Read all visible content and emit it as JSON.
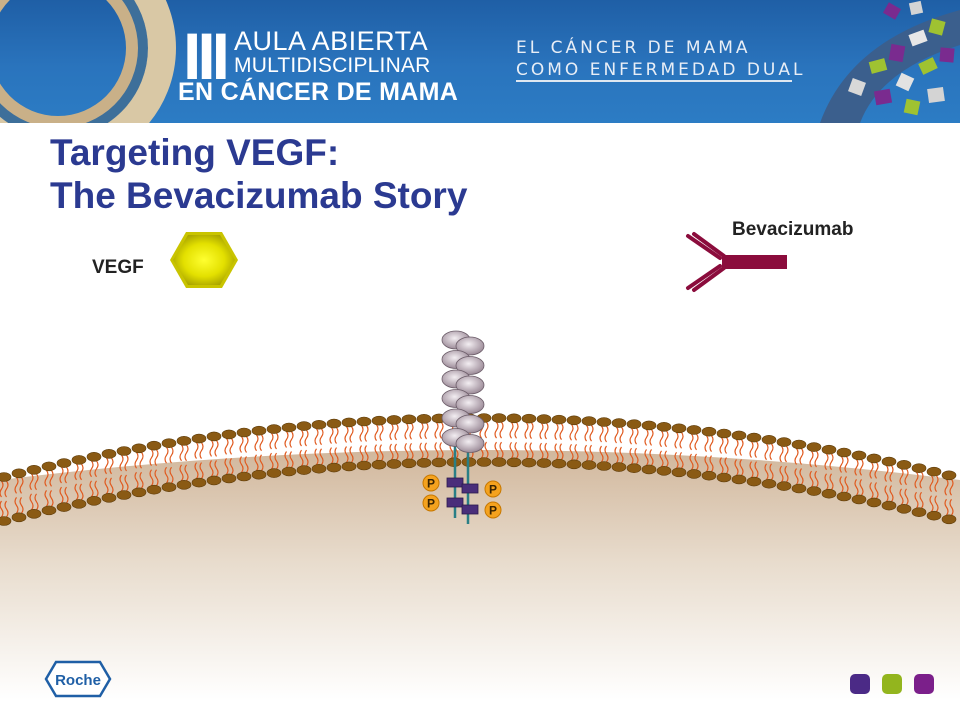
{
  "banner": {
    "logo_mark": "III",
    "logo_line1": "AULA ABIERTA",
    "logo_line2": "MULTIDISCIPLINAR",
    "logo_line3": "EN CÁNCER DE MAMA",
    "subtitle_line1": "EL CÁNCER DE MAMA",
    "subtitle_line2": "COMO ENFERMEDAD DUAL"
  },
  "slide": {
    "title_line1": "Targeting VEGF:",
    "title_line2": "The Bevacizumab Story"
  },
  "diagram": {
    "vegf_label": "VEGF",
    "antibody_label": "Bevacizumab",
    "phospho_label": "P"
  },
  "footer": {
    "logo_text": "Roche",
    "square_colors": [
      "#4b2a86",
      "#93b51e",
      "#7b1f8a"
    ]
  },
  "colors": {
    "title": "#2b3a91",
    "vegf": "#e3e000",
    "antibody": "#8b0c3c",
    "membrane_head": "#8a5a14",
    "membrane_tail": "#e05a1f",
    "phosphate": "#f4a21e"
  }
}
